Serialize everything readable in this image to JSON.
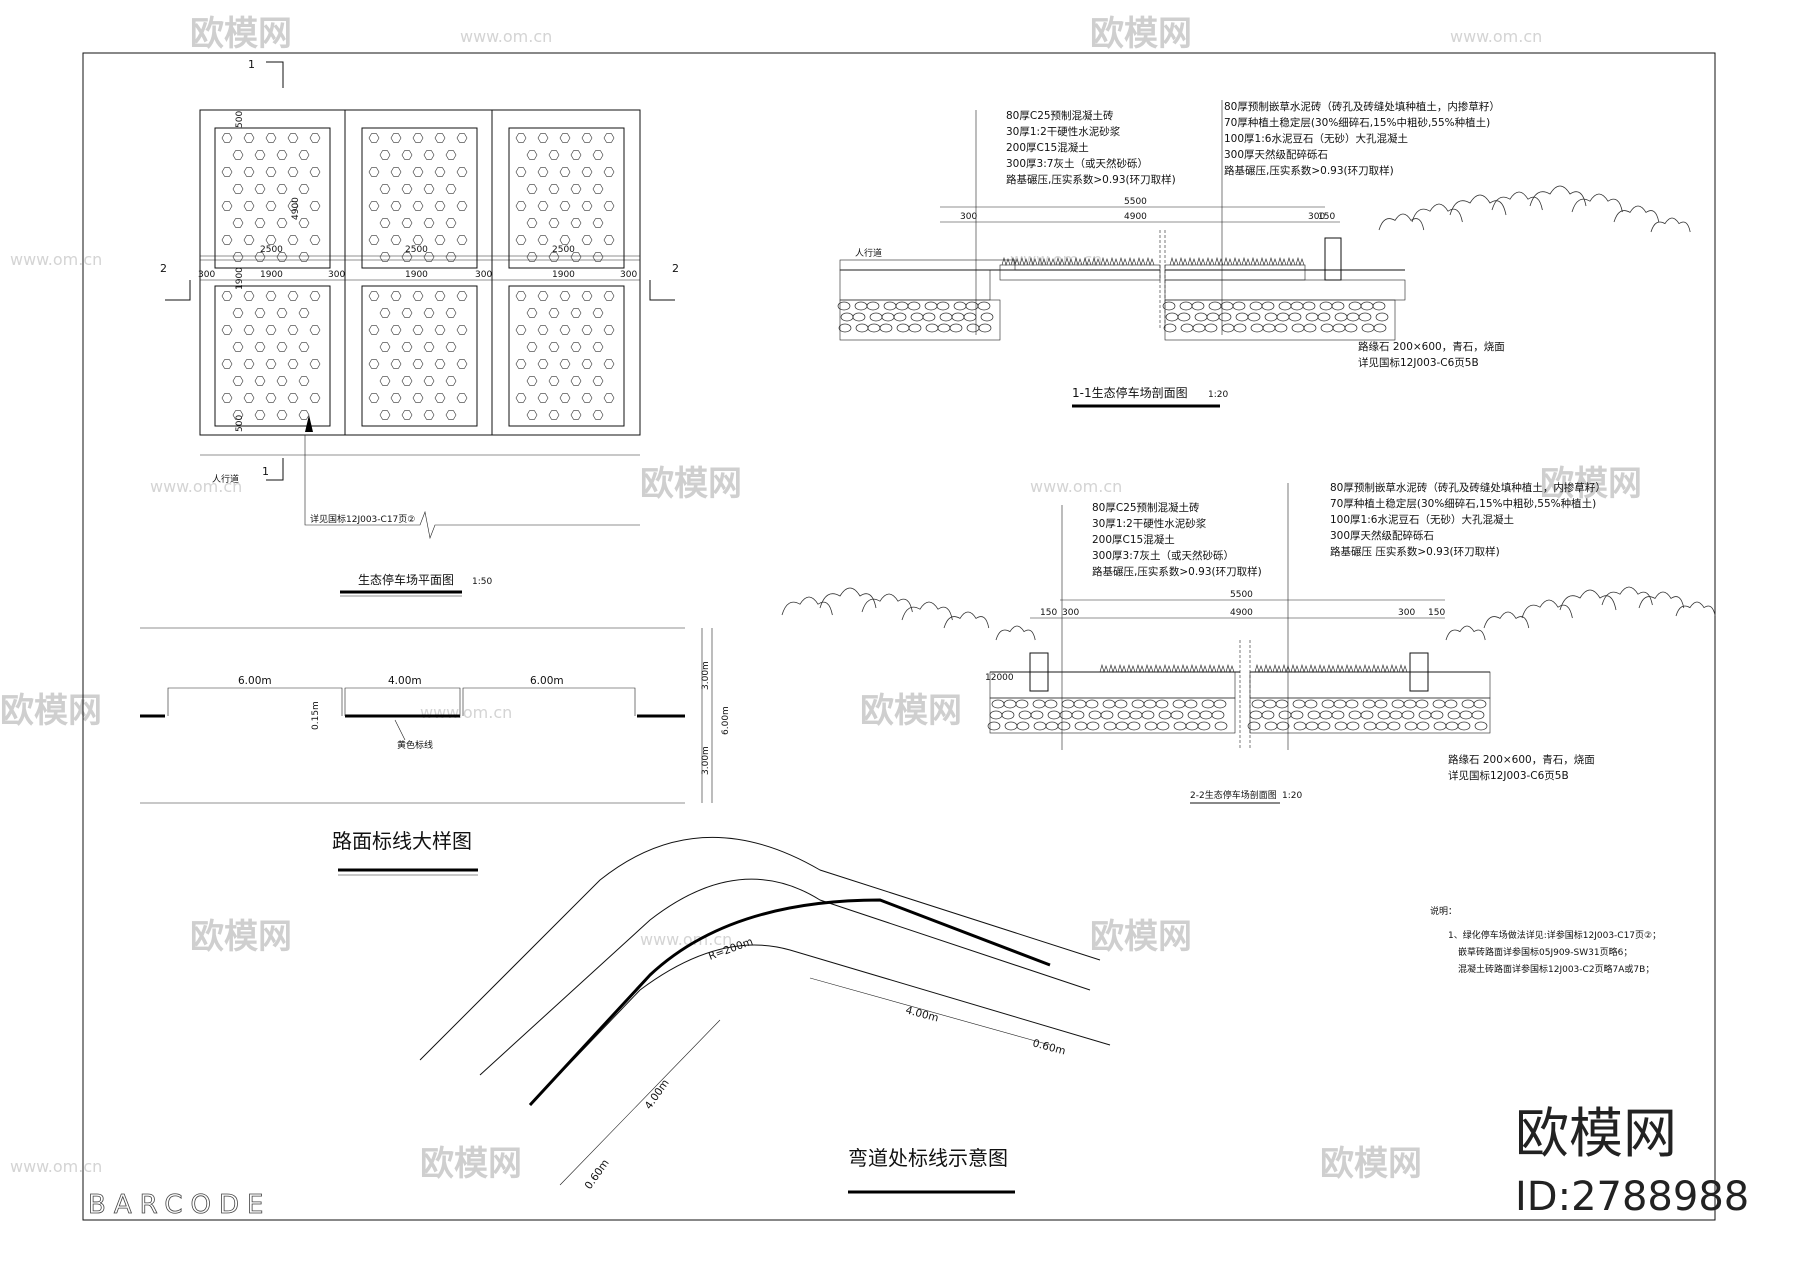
{
  "watermark": {
    "brand": "欧模网",
    "url": "www.om.cn",
    "id": "ID:2788988",
    "barcode": "BARCODE"
  },
  "plan": {
    "title": "生态停车场平面图",
    "scale": "1:50",
    "section_mark_1": "1",
    "section_mark_2": "2",
    "dim_2500": "2500",
    "dim_1900": "1900",
    "dim_300": "300",
    "dim_500": "500",
    "dim_4900": "4900",
    "label_walkway": "人行道",
    "label_ref": "详见国标12J003-C17页②"
  },
  "section11": {
    "title": "1-1生态停车场剖面图",
    "scale": "1:20",
    "dim_total": "5500",
    "dim_left": "300",
    "dim_mid": "4900",
    "dim_right": "300",
    "dim_curb": "150",
    "label_walkway": "人行道",
    "left_layers": [
      "80厚C25预制混凝土砖",
      "30厚1:2干硬性水泥砂浆",
      "200厚C15混凝土",
      "300厚3:7灰土（或天然砂砾）",
      "路基碾压,压实系数>0.93(环刀取样)"
    ],
    "right_layers": [
      "80厚预制嵌草水泥砖（砖孔及砖缝处填种植土，内掺草籽）",
      "70厚种植土稳定层(30%细碎石,15%中粗砂,55%种植土)",
      "100厚1:6水泥豆石（无砂）大孔混凝土",
      "300厚天然级配碎砾石",
      "路基碾压,压实系数>0.93(环刀取样)"
    ],
    "curb_note": "路缘石 200×600，青石，烧面",
    "curb_ref": "详见国标12J003-C6页5B"
  },
  "section22": {
    "title": "2-2生态停车场剖面图",
    "scale": "1:20",
    "dim_left": "300",
    "dim_right": "300",
    "dim_curb": "150",
    "dim_mid_a": "5500",
    "dim_mid_b": "4900",
    "label_12000": "12000",
    "left_layers": [
      "80厚C25预制混凝土砖",
      "30厚1:2干硬性水泥砂浆",
      "200厚C15混凝土",
      "300厚3:7灰土（或天然砂砾）",
      "路基碾压,压实系数>0.93(环刀取样)"
    ],
    "right_layers": [
      "80厚预制嵌草水泥砖（砖孔及砖缝处填种植土，内掺草籽）",
      "70厚种植土稳定层(30%细碎石,15%中粗砂,55%种植土)",
      "100厚1:6水泥豆石（无砂）大孔混凝土",
      "300厚天然级配碎砾石",
      "路基碾压 压实系数>0.93(环刀取样)"
    ],
    "curb_note": "路缘石 200×600，青石，烧面",
    "curb_ref": "详见国标12J003-C6页5B"
  },
  "marking": {
    "title": "路面标线大样图",
    "dim_left": "6.00m",
    "dim_mid": "4.00m",
    "dim_right": "6.00m",
    "dim_015": "0.15m",
    "dim_300a": "3.00m",
    "dim_300b": "3.00m",
    "dim_600": "6.00m",
    "label_yellow": "黄色标线"
  },
  "curve": {
    "title": "弯道处标线示意图",
    "radius": "R=200m",
    "dim_400a": "4.00m",
    "dim_060a": "0.60m",
    "dim_400b": "4.00m",
    "dim_060b": "0.60m"
  },
  "notes": {
    "heading": "说明：",
    "lines": [
      "1、绿化停车场做法详见:详参国标12J003-C17页②；",
      "嵌草砖路面详参国标05J909-SW31页略6；",
      "混凝土砖路面详参国标12J003-C2页略7A或7B；"
    ]
  }
}
